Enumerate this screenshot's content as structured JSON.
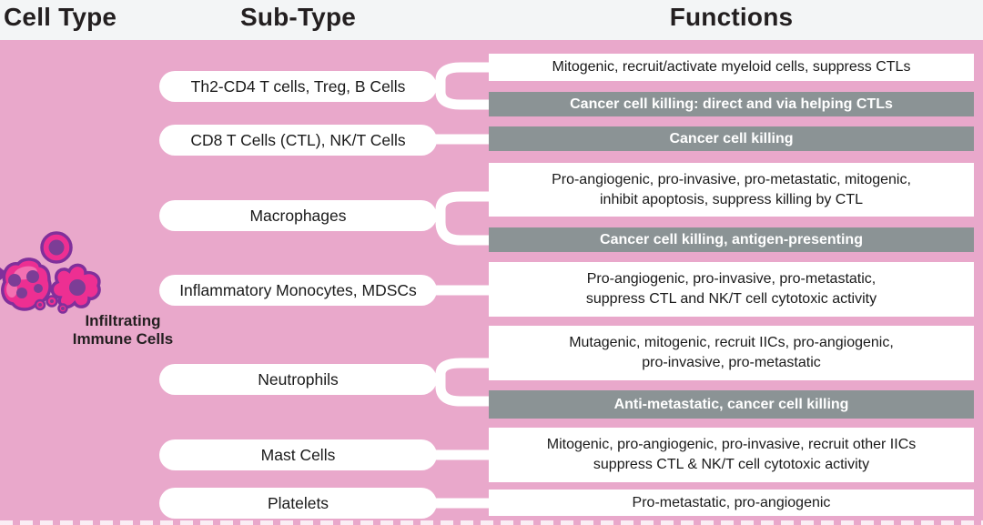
{
  "headers": {
    "cell_type": "Cell Type",
    "sub_type": "Sub-Type",
    "functions": "Functions"
  },
  "cell_type_label": {
    "line1": "Infiltrating",
    "line2": "Immune Cells"
  },
  "subtypes": [
    "Th2-CD4 T cells, Treg, B Cells",
    "CD8 T Cells (CTL), NK/T Cells",
    "Macrophages",
    "Inflammatory Monocytes, MDSCs",
    "Neutrophils",
    "Mast Cells",
    "Platelets"
  ],
  "functions": [
    {
      "style": "white",
      "lines": [
        "Mitogenic, recruit/activate myeloid cells, suppress CTLs"
      ]
    },
    {
      "style": "gray",
      "lines": [
        "Cancer cell killing: direct and via helping CTLs"
      ]
    },
    {
      "style": "gray",
      "lines": [
        "Cancer cell killing"
      ]
    },
    {
      "style": "white",
      "lines": [
        "Pro-angiogenic, pro-invasive, pro-metastatic, mitogenic,",
        "inhibit apoptosis, suppress killing by CTL"
      ]
    },
    {
      "style": "gray",
      "lines": [
        "Cancer cell killing, antigen-presenting"
      ]
    },
    {
      "style": "white",
      "lines": [
        "Pro-angiogenic, pro-invasive, pro-metastatic,",
        "suppress CTL and NK/T cell cytotoxic activity"
      ]
    },
    {
      "style": "white",
      "lines": [
        "Mutagenic, mitogenic, recruit IICs, pro-angiogenic,",
        "pro-invasive, pro-metastatic"
      ]
    },
    {
      "style": "gray",
      "lines": [
        "Anti-metastatic, cancer cell killing"
      ]
    },
    {
      "style": "white",
      "lines": [
        "Mitogenic, pro-angiogenic, pro-invasive, recruit other IICs",
        "suppress CTL & NK/T cell cytotoxic activity"
      ]
    },
    {
      "style": "white",
      "lines": [
        "Pro-metastatic, pro-angiogenic"
      ]
    }
  ],
  "icons": {
    "cells_illustration": "infiltrating-immune-cells-illustration",
    "left_edge_arrow": "arrowhead-icon"
  },
  "colors": {
    "background_pink": "#e9a8cb",
    "header_background": "#f3f5f6",
    "function_gray_box": "#8b9395",
    "box_white": "#ffffff",
    "text_dark": "#231f20",
    "text_white": "#ffffff",
    "cell_magenta": "#ed2f92",
    "cell_outline_purple": "#80309b",
    "cell_nucleus_purple": "#7c3d96",
    "cell_light_pink": "#f370b2"
  }
}
